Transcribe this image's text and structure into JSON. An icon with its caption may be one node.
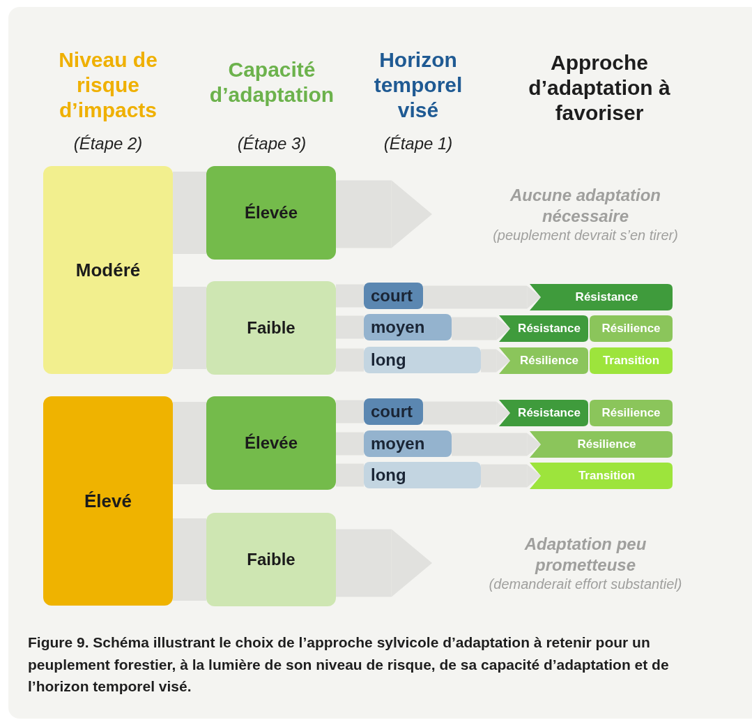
{
  "diagram": {
    "caption": "Figure 9. Schéma illustrant le choix de l’approche sylvicole d’adaptation à retenir pour un peuplement forestier, à la lumière de son niveau de risque, de sa capacité d’adaptation et de l’horizon temporel visé.",
    "nodes": [
      {
        "text": [
          "Modéré"
        ]
      },
      {
        "text": [
          "Élevée"
        ]
      },
      {
        "text": [
          "Faible"
        ]
      },
      {
        "text": [
          "Aucune adaptation nécessaire",
          "(peuplement devrait s’en tirer)"
        ]
      },
      {
        "text": [
          "court"
        ]
      },
      {
        "text": [
          "moyen"
        ]
      },
      {
        "text": [
          "long"
        ]
      },
      {
        "text": [
          "Résistance"
        ]
      },
      {
        "text": [
          "Résistance"
        ]
      },
      {
        "text": [
          "Résilience"
        ]
      },
      {
        "text": [
          "Résilience"
        ]
      },
      {
        "text": [
          "Transition"
        ]
      },
      {
        "text": [
          "Élevé"
        ]
      },
      {
        "text": [
          "Élevée"
        ]
      },
      {
        "text": [
          "Faible"
        ]
      },
      {
        "text": [
          "court"
        ]
      },
      {
        "text": [
          "moyen"
        ]
      },
      {
        "text": [
          "long"
        ]
      },
      {
        "text": [
          "Résistance"
        ]
      },
      {
        "text": [
          "Résilience"
        ]
      },
      {
        "text": [
          "Résilience"
        ]
      },
      {
        "text": [
          "Transition"
        ]
      },
      {
        "text": [
          "Adaptation peu prometteuse",
          "(demanderait effort substantiel)"
        ]
      }
    ],
    "edges": [
      {
        "from": 0,
        "to": 1,
        "arrow": "none",
        "style": "thick"
      },
      {
        "from": 0,
        "to": 2,
        "arrow": "none",
        "style": "thick"
      },
      {
        "from": 1,
        "to": 3,
        "arrow": "to",
        "style": "thick"
      },
      {
        "from": 2,
        "to": 4,
        "arrow": "none"
      },
      {
        "from": 2,
        "to": 5,
        "arrow": "none"
      },
      {
        "from": 2,
        "to": 6,
        "arrow": "none"
      },
      {
        "from": 4,
        "to": 7,
        "arrow": "to"
      },
      {
        "from": 5,
        "to": 8,
        "arrow": "to"
      },
      {
        "from": 6,
        "to": 10,
        "arrow": "to"
      },
      {
        "from": 12,
        "to": 13,
        "arrow": "none",
        "style": "thick"
      },
      {
        "from": 12,
        "to": 14,
        "arrow": "none",
        "style": "thick"
      },
      {
        "from": 13,
        "to": 15,
        "arrow": "none"
      },
      {
        "from": 13,
        "to": 16,
        "arrow": "none"
      },
      {
        "from": 13,
        "to": 17,
        "arrow": "none"
      },
      {
        "from": 15,
        "to": 18,
        "arrow": "to"
      },
      {
        "from": 16,
        "to": 20,
        "arrow": "to"
      },
      {
        "from": 17,
        "to": 21,
        "arrow": "to"
      },
      {
        "from": 14,
        "to": 22,
        "arrow": "to",
        "style": "thick"
      }
    ],
    "labels": [
      "Niveau de risque d’impacts",
      "(Étape 2)",
      "Capacité d’adaptation",
      "(Étape 3)",
      "Horizon temporel visé",
      "(Étape 1)",
      "Approche d’adaptation à favoriser"
    ]
  }
}
